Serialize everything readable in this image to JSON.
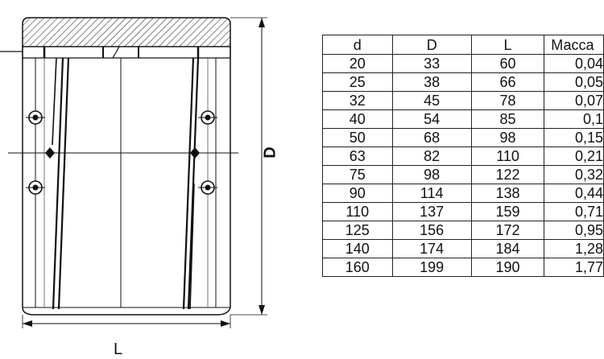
{
  "drawing": {
    "dimension_length_label": "L",
    "dimension_diameter_label": "D"
  },
  "table": {
    "headers": [
      "d",
      "D",
      "L",
      "Масса"
    ],
    "rows": [
      [
        "20",
        "33",
        "60",
        "0,04"
      ],
      [
        "25",
        "38",
        "66",
        "0,05"
      ],
      [
        "32",
        "45",
        "78",
        "0,07"
      ],
      [
        "40",
        "54",
        "85",
        "0,1"
      ],
      [
        "50",
        "68",
        "98",
        "0,15"
      ],
      [
        "63",
        "82",
        "110",
        "0,21"
      ],
      [
        "75",
        "98",
        "122",
        "0,32"
      ],
      [
        "90",
        "114",
        "138",
        "0,44"
      ],
      [
        "110",
        "137",
        "159",
        "0,71"
      ],
      [
        "125",
        "156",
        "172",
        "0,95"
      ],
      [
        "140",
        "174",
        "184",
        "1,28"
      ],
      [
        "160",
        "199",
        "190",
        "1,77"
      ]
    ]
  }
}
